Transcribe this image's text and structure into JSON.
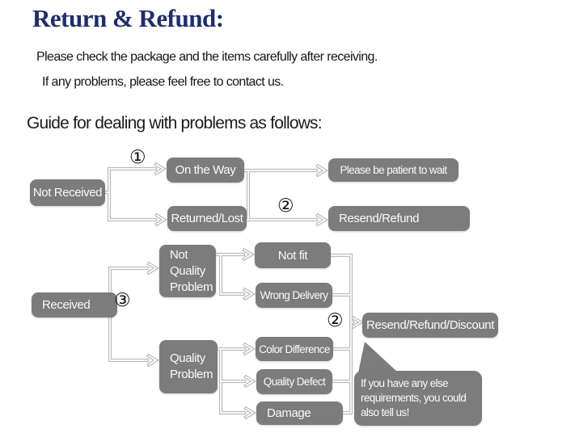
{
  "header": {
    "title": "Return & Refund:",
    "note1": "Please check the package and the items carefully after receiving.",
    "note2": "If any problems, please feel free to contact us.",
    "guide_heading": "Guide for dealing with problems as follows:"
  },
  "colors": {
    "title_blue": "#1e2d6e",
    "box_gray": "#7c7c7c",
    "wire_gray": "#bcbcbc",
    "text_black": "#161616",
    "node_text": "#fafafa"
  },
  "flow": {
    "markers": {
      "m1": "①",
      "m2": "②",
      "m3": "③"
    },
    "nodes": {
      "not_received": "Not Received",
      "on_the_way": "On the Way",
      "please_wait": "Please be patient to wait",
      "returned_lost": "Returned/Lost",
      "resend_refund": "Resend/Refund",
      "received": "Received",
      "not_quality_problem": "Not Quality Problem",
      "not_fit": "Not fit",
      "wrong_delivery": "Wrong Delivery",
      "quality_problem": "Quality Problem",
      "color_difference": "Color Difference",
      "quality_defect": "Quality Defect",
      "damage": "Damage",
      "resend_refund_discount": "Resend/Refund/Discount"
    },
    "bubble": {
      "lines": [
        "If you have any else",
        "requirements, you could",
        "also tell us!"
      ]
    }
  }
}
